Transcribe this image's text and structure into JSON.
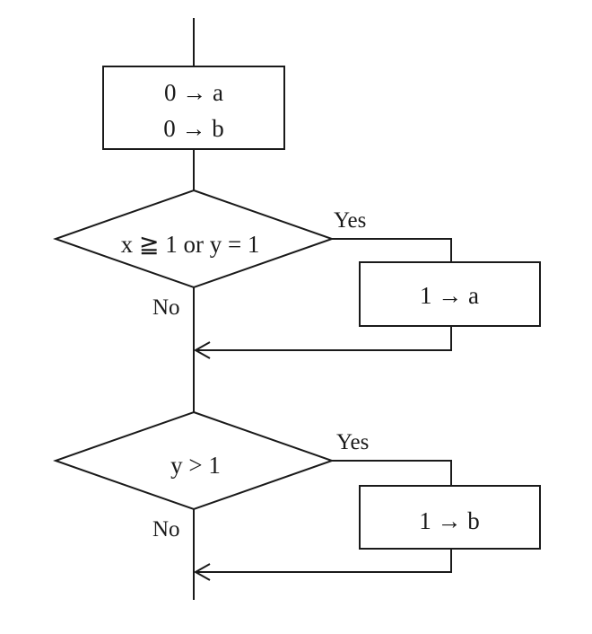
{
  "init_box": {
    "line1": "0 → a",
    "line2": "0 → b"
  },
  "decision1": {
    "condition": "x ≧ 1 or y = 1",
    "yes_label": "Yes",
    "no_label": "No"
  },
  "process1": {
    "text": "1 → a"
  },
  "decision2": {
    "condition": "y > 1",
    "yes_label": "Yes",
    "no_label": "No"
  },
  "process2": {
    "text": "1 → b"
  }
}
